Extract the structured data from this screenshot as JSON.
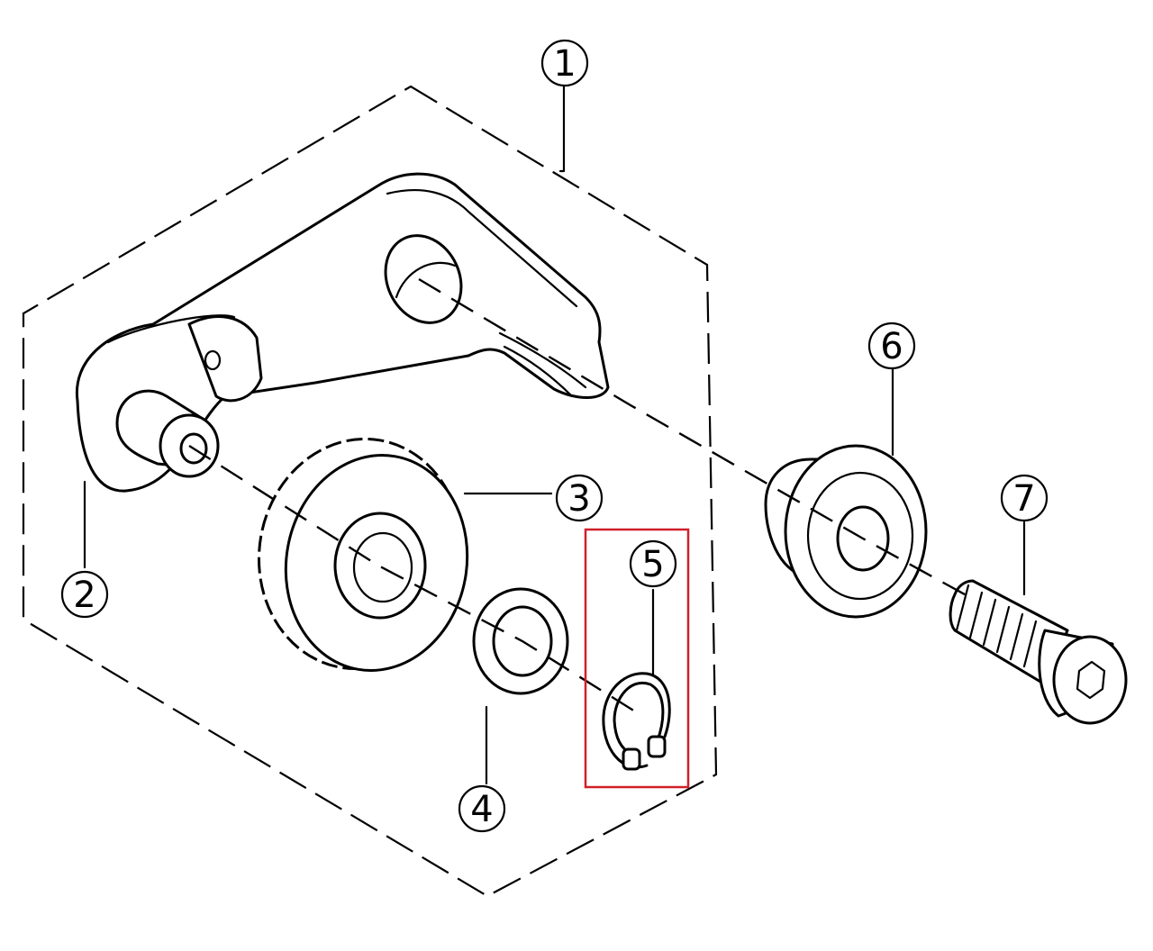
{
  "diagram": {
    "parts": [
      {
        "id": "part-1",
        "number": "1"
      },
      {
        "id": "part-2",
        "number": "2"
      },
      {
        "id": "part-3",
        "number": "3"
      },
      {
        "id": "part-4",
        "number": "4"
      },
      {
        "id": "part-5",
        "number": "5"
      },
      {
        "id": "part-6",
        "number": "6"
      },
      {
        "id": "part-7",
        "number": "7"
      }
    ],
    "highlight": {
      "part": "5",
      "color": "#d0202a"
    },
    "line_color": "#000000",
    "background": "#ffffff"
  }
}
